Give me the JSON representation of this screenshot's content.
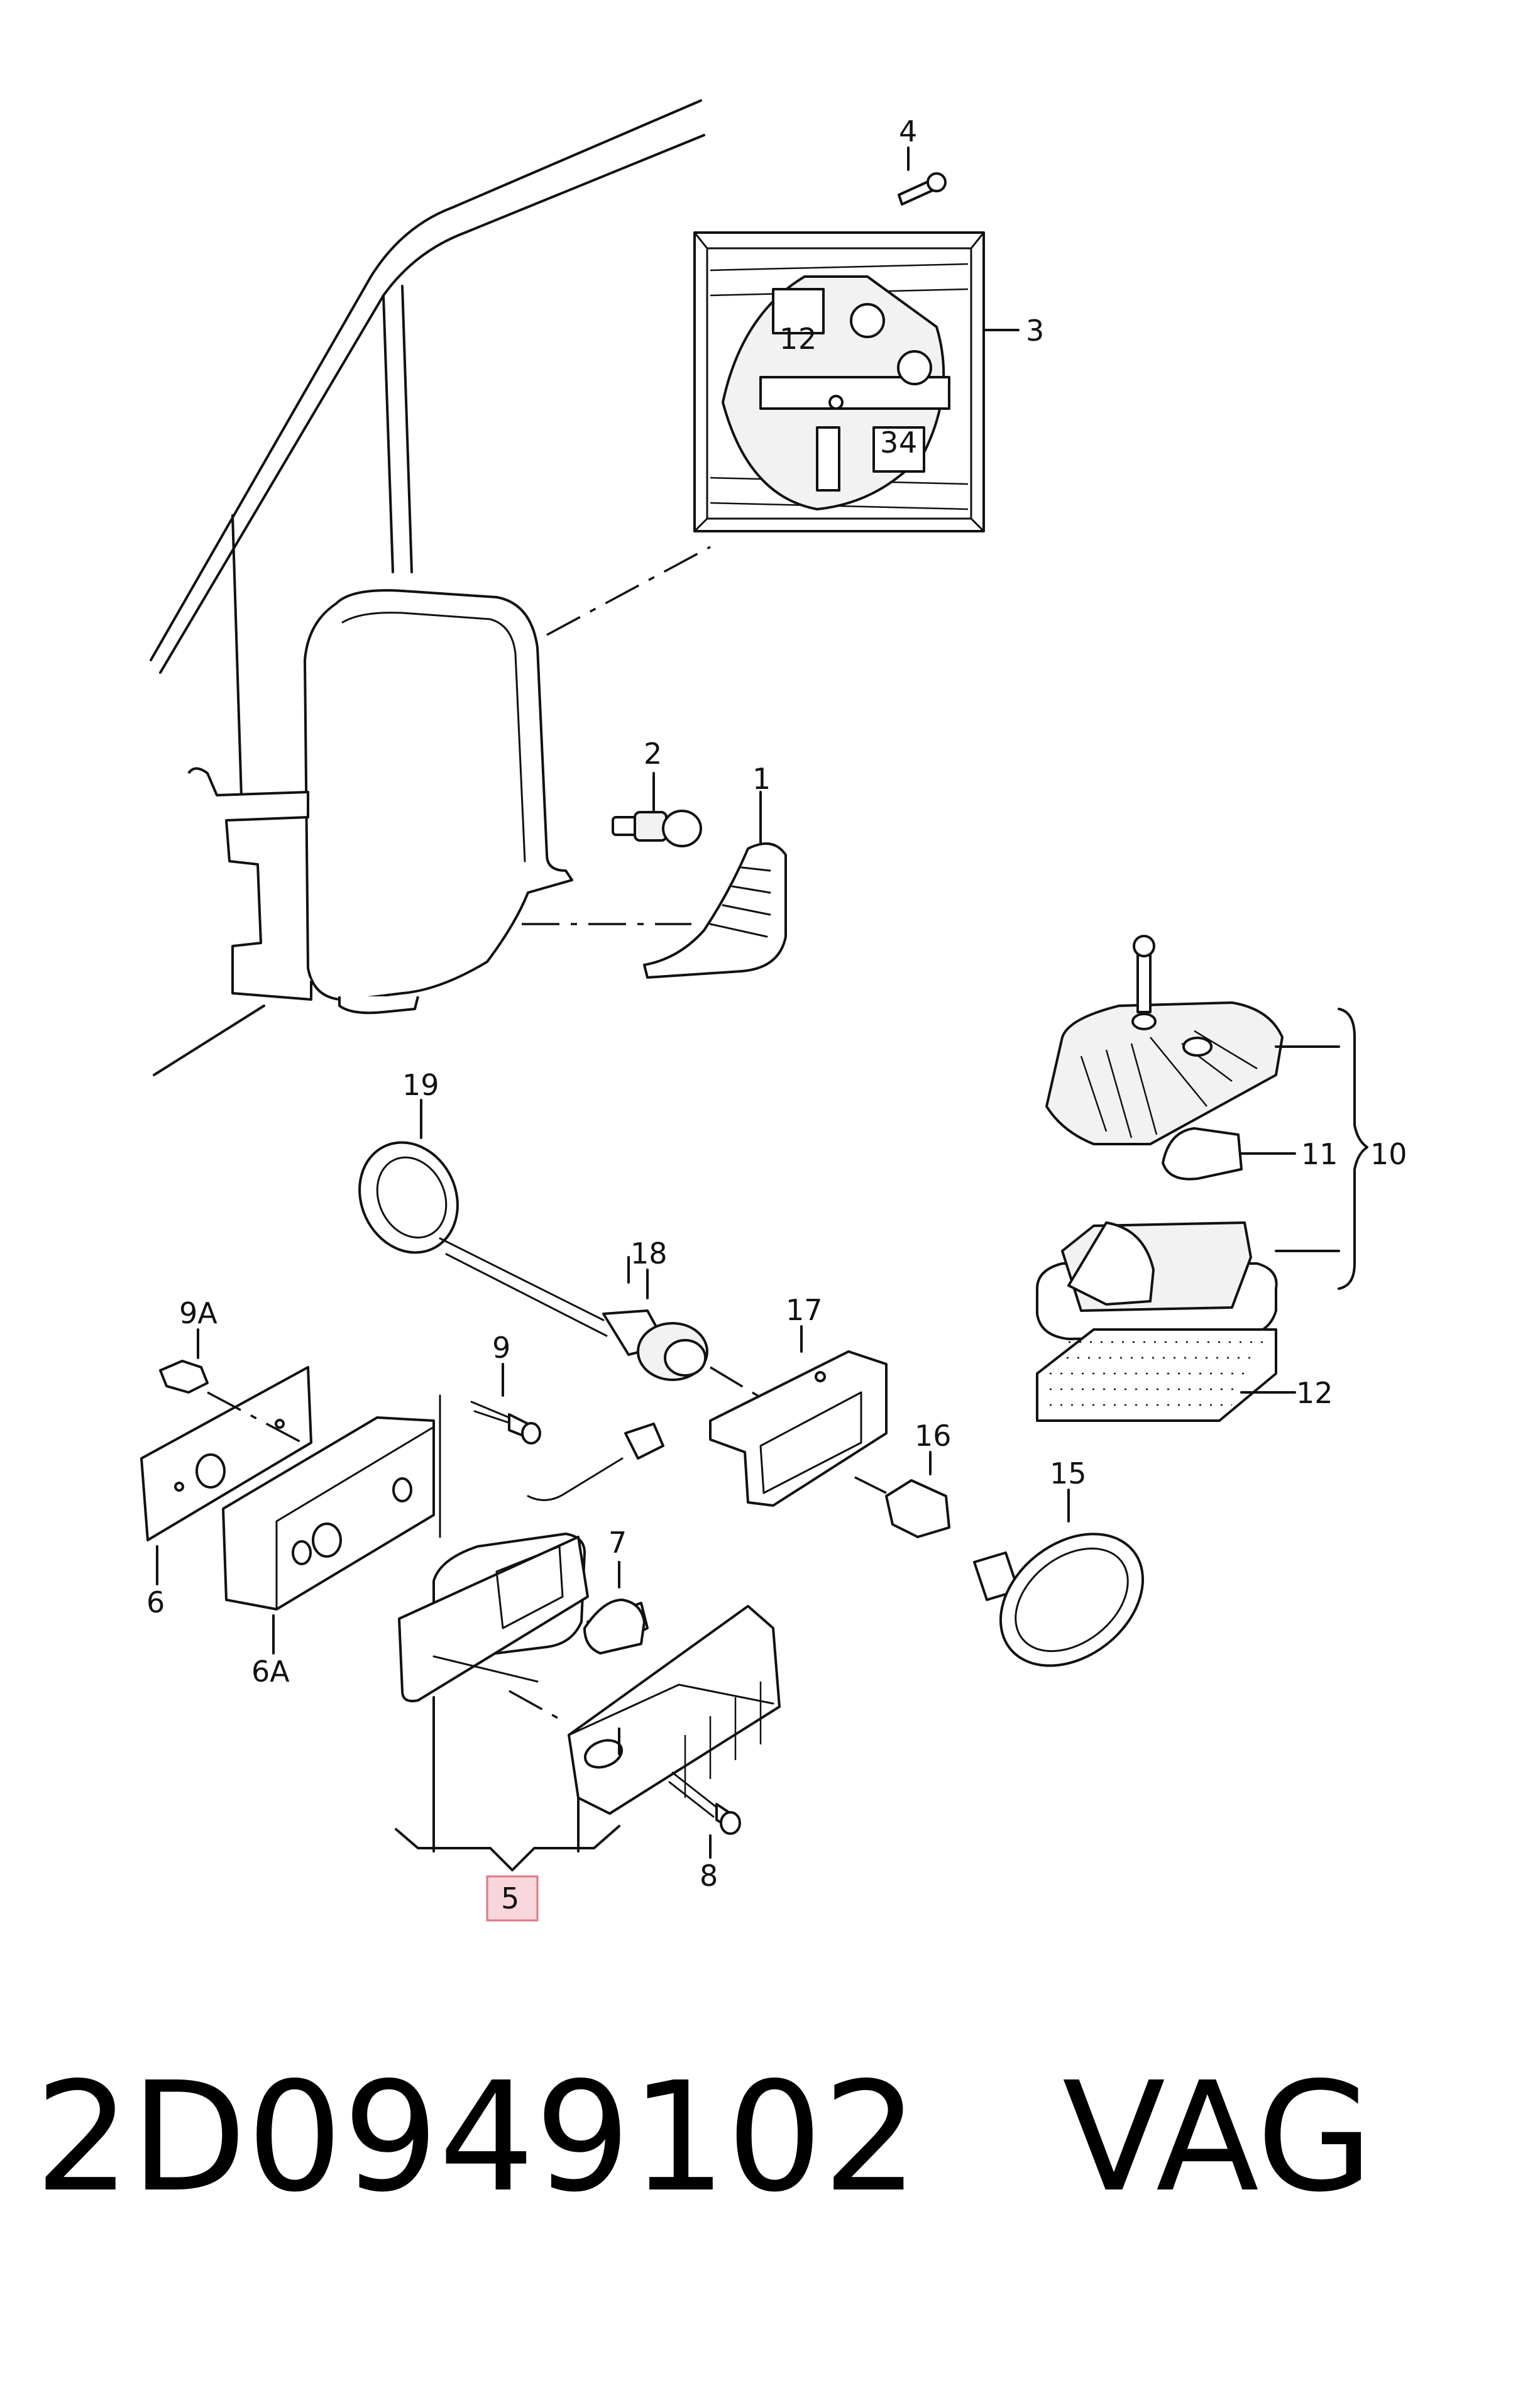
{
  "callouts": {
    "c1": "1",
    "c2": "2",
    "c3": "3",
    "c4": "4",
    "c5": "5",
    "c6": "6",
    "c6a": "6A",
    "c7": "7",
    "c8": "8",
    "c9": "9",
    "c9a": "9A",
    "c10": "10",
    "c11": "11",
    "c12": "12",
    "c15": "15",
    "c16": "16",
    "c17": "17",
    "c18": "18",
    "c19": "19"
  },
  "connector_pins": {
    "p1": "1",
    "p2": "2",
    "p3": "3",
    "p4": "4"
  },
  "footer": {
    "part_number": "2D0949102",
    "brand": "VAG"
  },
  "colors": {
    "highlight_fill": "#f9d6dc",
    "highlight_stroke": "#e07585"
  }
}
